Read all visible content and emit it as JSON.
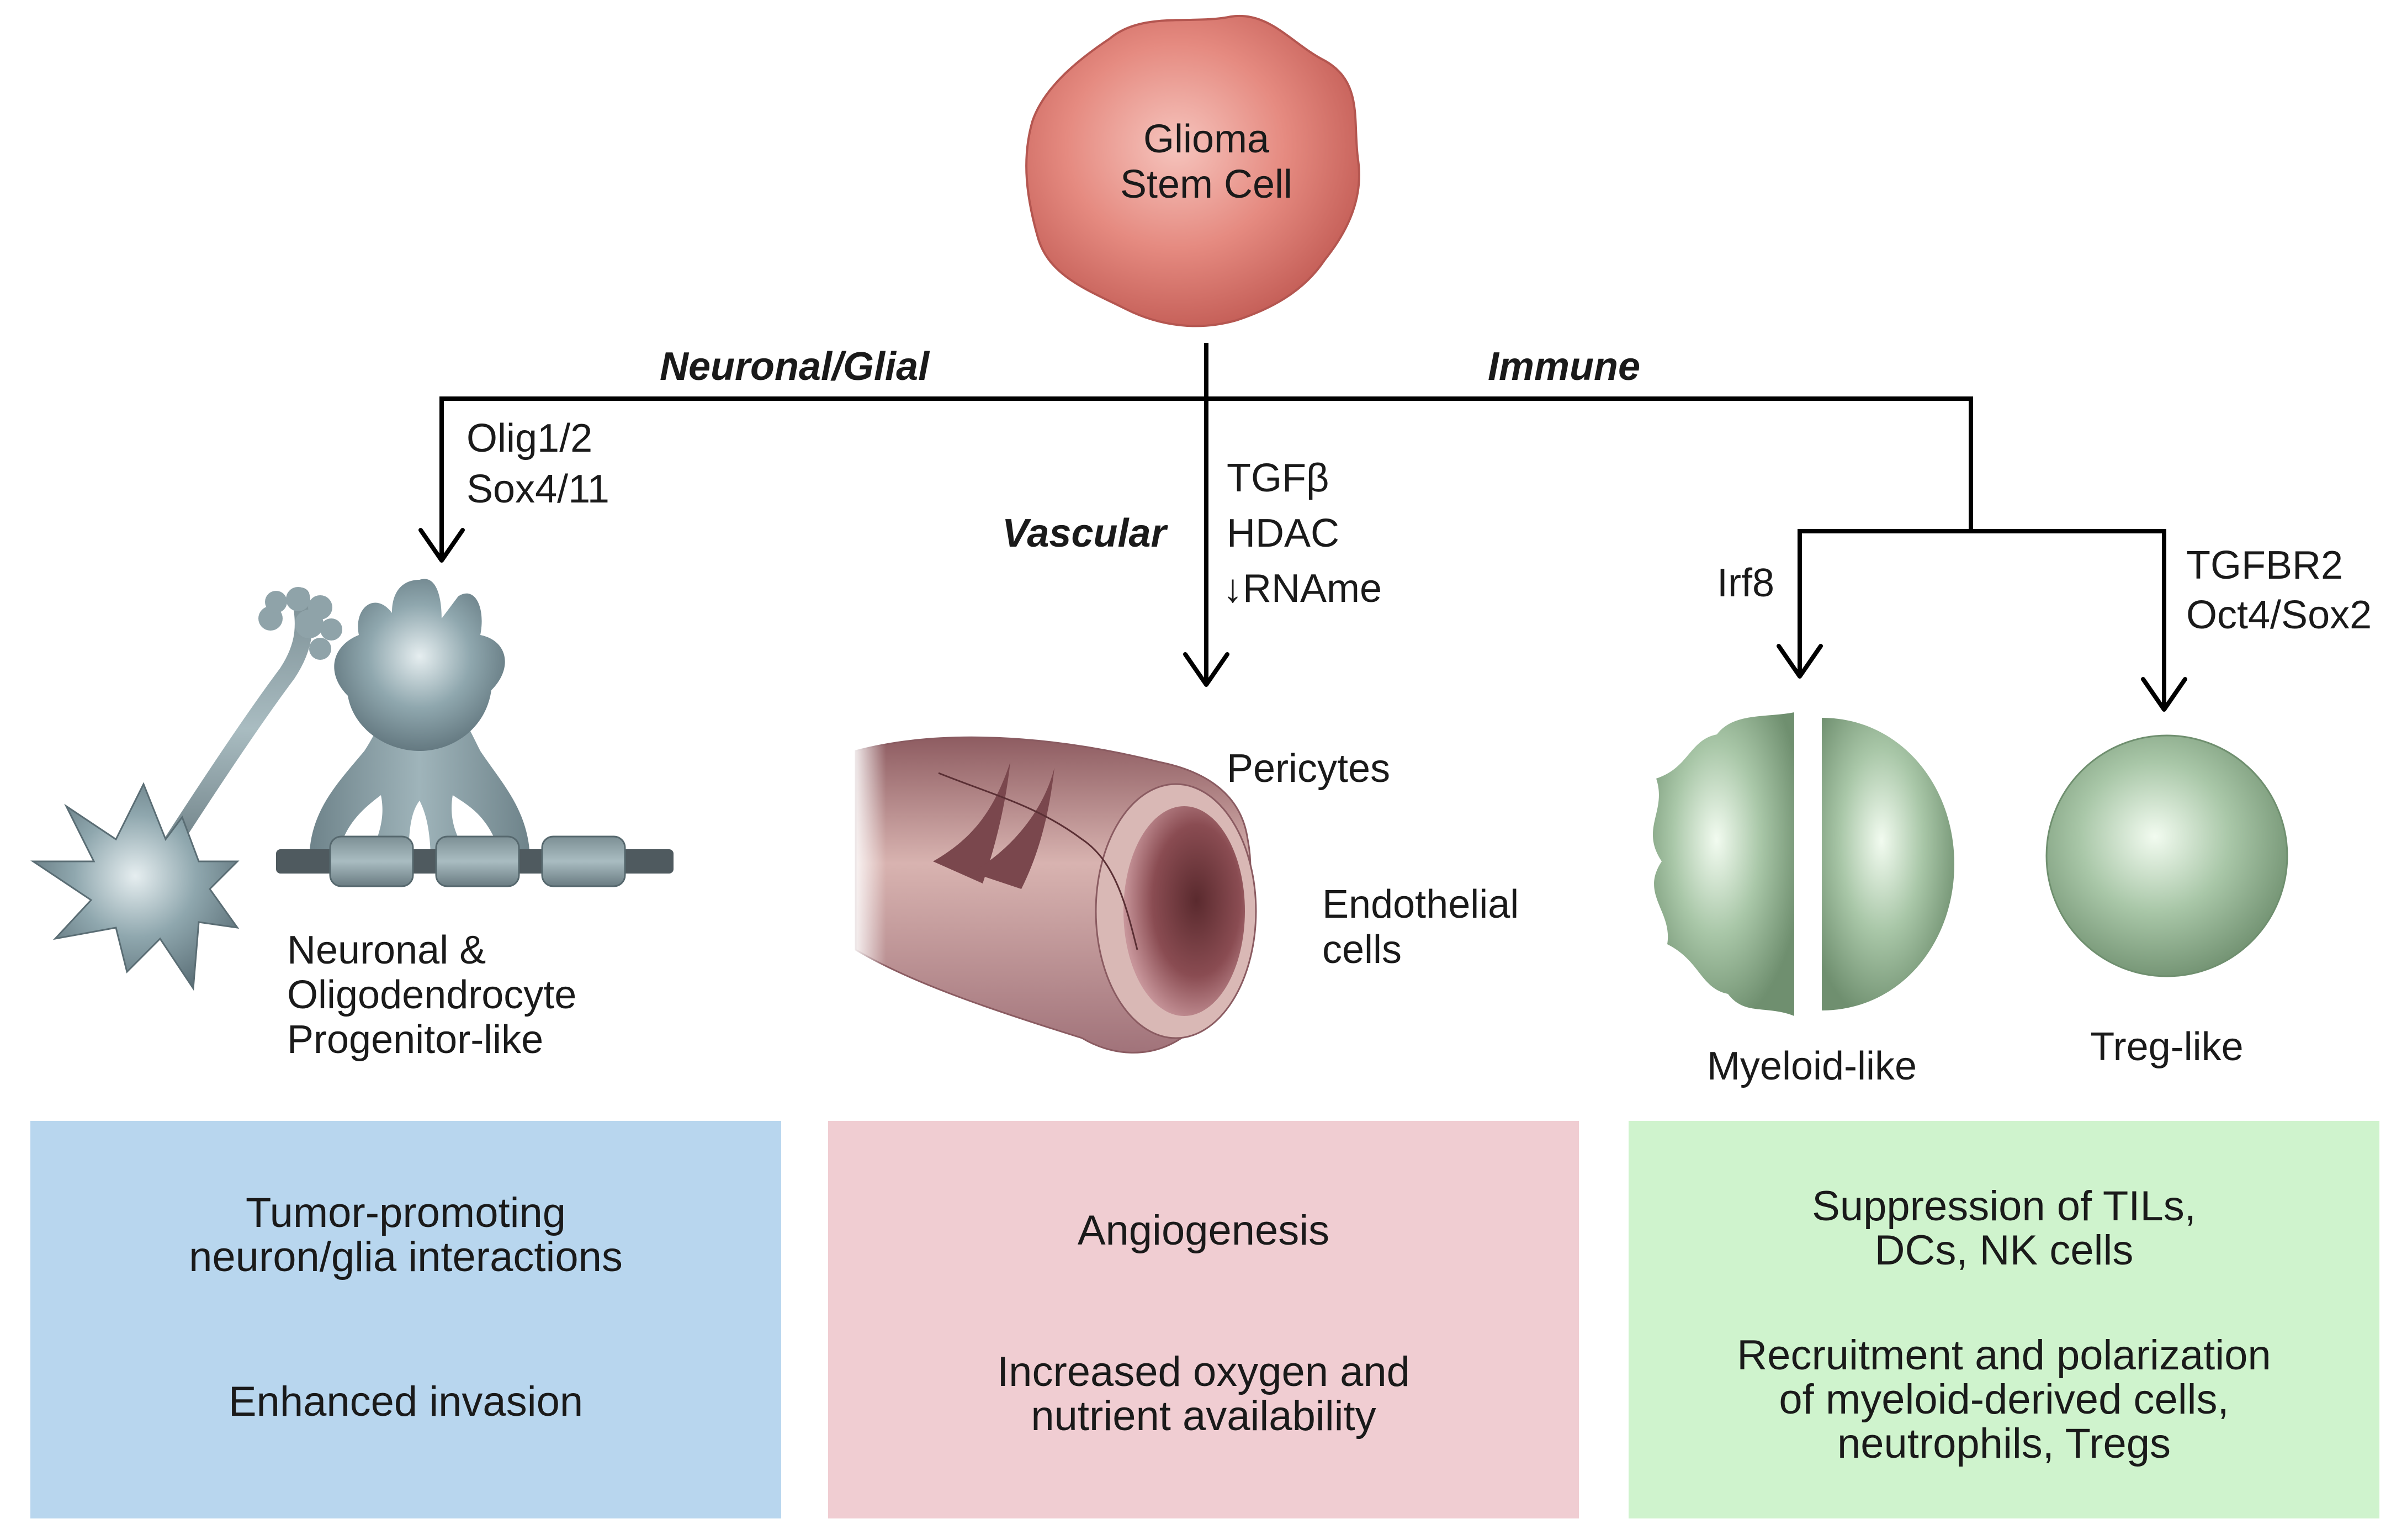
{
  "center": {
    "line1": "Glioma",
    "line2": "Stem Cell"
  },
  "branches": {
    "neuronal": "Neuronal/Glial",
    "immune": "Immune",
    "vascular": "Vascular"
  },
  "factors": {
    "neuronal": [
      "Olig1/2",
      "Sox4/11"
    ],
    "vascular": [
      "TGFβ",
      "HDAC",
      "↓RNAme"
    ],
    "myeloid": [
      "Irf8"
    ],
    "treg": [
      "TGFBR2",
      "Oct4/Sox2"
    ]
  },
  "cell_labels": {
    "neuronal": [
      "Neuronal &",
      "Oligodendrocyte",
      "Progenitor-like"
    ],
    "pericytes": "Pericytes",
    "endothelial": [
      "Endothelial",
      "cells"
    ],
    "myeloid": "Myeloid-like",
    "treg": "Treg-like"
  },
  "boxes": {
    "neuronal": {
      "color": "#b8d6ee",
      "lines": [
        "Tumor-promoting",
        "neuron/glia interactions",
        "Enhanced invasion"
      ]
    },
    "vascular": {
      "color": "#f0cdd2",
      "lines": [
        "Angiogenesis",
        "Increased oxygen and",
        "nutrient availability"
      ]
    },
    "immune": {
      "color": "#cff3cd",
      "lines": [
        "Suppression of TILs,",
        "DCs, NK cells",
        "Recruitment and polarization",
        "of myeloid-derived cells,",
        "neutrophils, Tregs"
      ]
    }
  },
  "colors": {
    "stem_cell": "#e07a72",
    "neuron": "#7f99a2",
    "vessel": "#b98a8a",
    "immune_cell": "#8fb08f"
  }
}
